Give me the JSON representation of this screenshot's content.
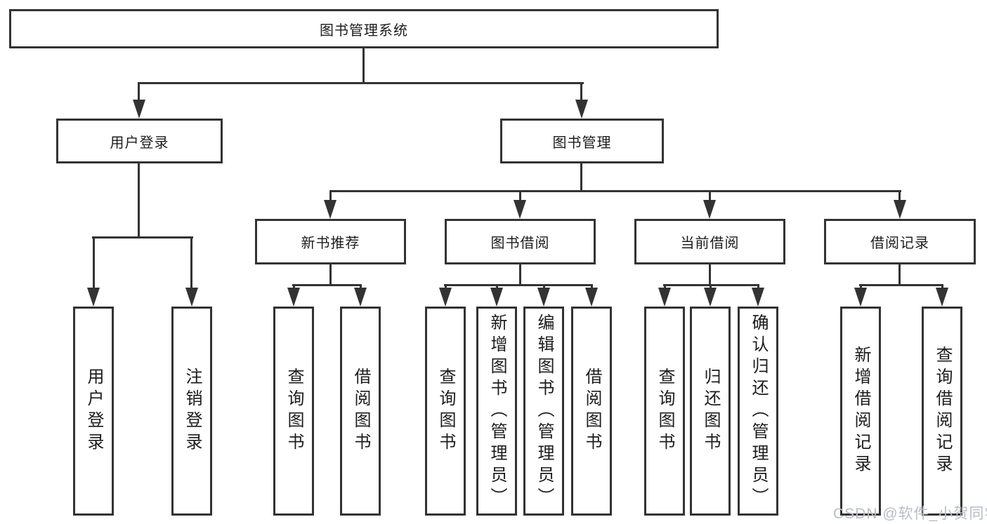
{
  "diagram": {
    "title": "图书管理系统",
    "root": {
      "label": "图书管理系统"
    },
    "branches": [
      {
        "label": "用户登录",
        "children": [
          {
            "label": "用户登录"
          },
          {
            "label": "注销登录"
          }
        ]
      },
      {
        "label": "图书管理",
        "groups": [
          {
            "label": "新书推荐",
            "children": [
              {
                "label": "查询图书"
              },
              {
                "label": "借阅图书"
              }
            ]
          },
          {
            "label": "图书借阅",
            "children": [
              {
                "label": "查询图书"
              },
              {
                "label": "新增图书（管理员）"
              },
              {
                "label": "编辑图书（管理员）"
              },
              {
                "label": "借阅图书"
              }
            ]
          },
          {
            "label": "当前借阅",
            "children": [
              {
                "label": "查询图书"
              },
              {
                "label": "归还图书"
              },
              {
                "label": "确认归还（管理员）"
              }
            ]
          },
          {
            "label": "借阅记录",
            "children": [
              {
                "label": "新增借阅记录"
              },
              {
                "label": "查询借阅记录"
              }
            ]
          }
        ]
      }
    ],
    "watermark": "CSDN @软件_小贺同学",
    "colors": {
      "line": "#333333",
      "text": "#1c1c1c",
      "background": "#ffffff",
      "watermark": "#b9bdc5"
    }
  }
}
